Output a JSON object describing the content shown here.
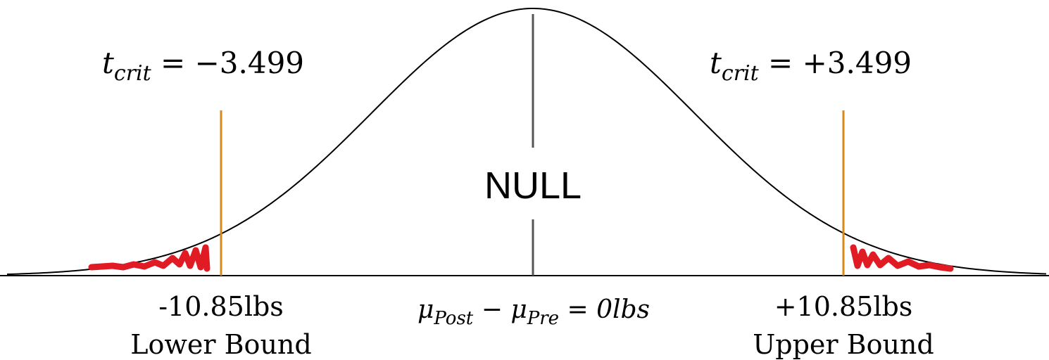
{
  "diagram": {
    "null_label": "NULL",
    "left_crit": {
      "t_symbol": "t",
      "subscript": "crit",
      "equals": " = ",
      "value": "−3.499"
    },
    "right_crit": {
      "t_symbol": "t",
      "subscript": "crit",
      "equals": " = ",
      "value": "+3.499"
    },
    "left_bound": {
      "value": "-10.85lbs",
      "name": "Lower Bound"
    },
    "right_bound": {
      "value": "+10.85lbs",
      "name": "Upper Bound"
    },
    "center_label": {
      "mu1": "μ",
      "sub1": "Post",
      "minus": " − ",
      "mu2": "μ",
      "sub2": "Pre",
      "equals_value": " = 0lbs"
    },
    "colors": {
      "curve": "#000000",
      "critical_line": "#d88a17",
      "rejection_mark": "#e01b24",
      "center_line": "#555555"
    }
  }
}
